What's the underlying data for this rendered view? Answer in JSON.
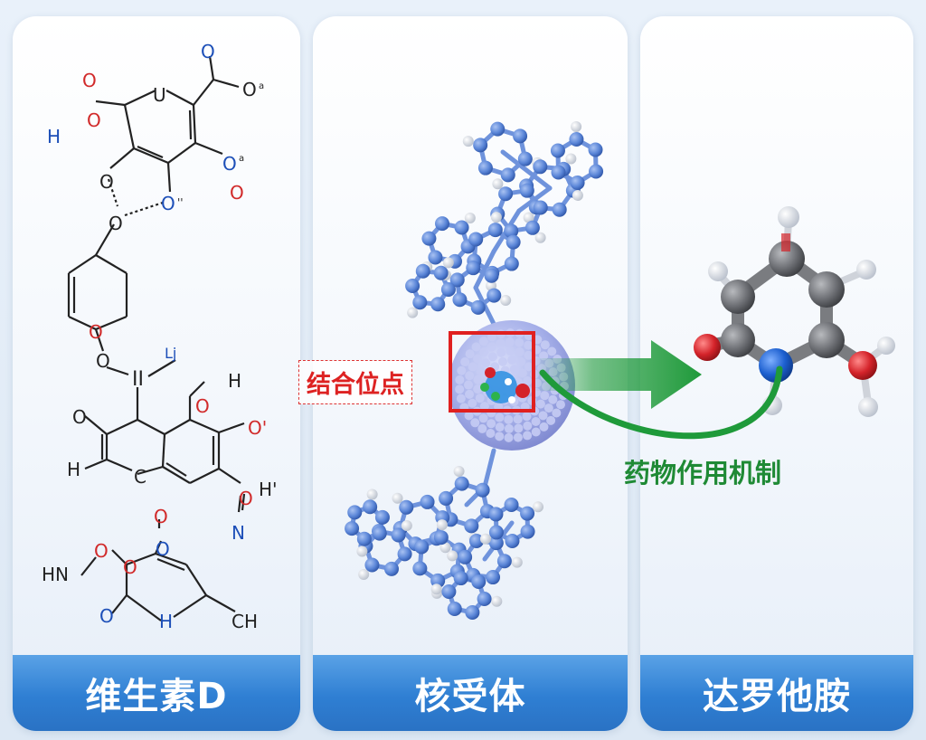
{
  "panels": [
    {
      "title": "维生素D"
    },
    {
      "title": "核受体"
    },
    {
      "title": "达罗他胺"
    }
  ],
  "binding_site_label": "结合位点",
  "mechanism_label": "药物作用机制",
  "molecule1_atoms": {
    "o1": "O",
    "h1": "H",
    "u": "U",
    "o2": "O",
    "o2s": "a",
    "o3": "O",
    "o3s": "a",
    "o4": "O",
    "o5": "O",
    "o6": "O",
    "o6s": "''",
    "o7": "O",
    "o8": "O",
    "ii": "II",
    "uj": "Lj",
    "h2": "H",
    "o9": "O",
    "o10": "O",
    "o11": "O'",
    "h3": "H",
    "c1": "C",
    "o12": "O",
    "h4": "H'",
    "n1": "N",
    "o13": "O",
    "hn": "HN",
    "o14": "O",
    "o15": "O",
    "o16": "O",
    "h5": "H",
    "ch": "CH"
  },
  "colors": {
    "label_blue": "#2f7fd3",
    "site_red": "#d22222",
    "arrow_green": "#1f9a3a",
    "atom_blue": "#5b86d8",
    "atom_white": "#f2f4f8",
    "atom_gray": "#6d6f74",
    "atom_red": "#d4232a",
    "atom_nblue": "#1c5fcf"
  }
}
